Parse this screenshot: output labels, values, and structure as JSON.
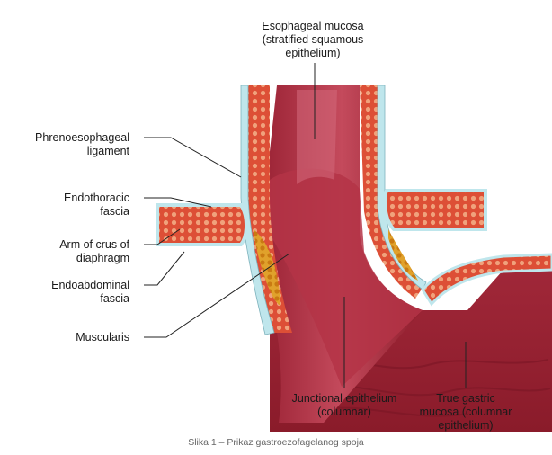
{
  "labels": {
    "esophageal_mucosa": [
      "Esophageal mucosa",
      "(stratified squamous",
      "epithelium)"
    ],
    "phrenoesophageal": [
      "Phrenoesophageal",
      "ligament"
    ],
    "endothoracic": [
      "Endothoracic",
      "fascia"
    ],
    "crus": [
      "Arm of crus of",
      "diaphragm"
    ],
    "endoabdominal": [
      "Endoabdominal",
      "fascia"
    ],
    "muscularis": [
      "Muscularis"
    ],
    "junctional": [
      "Junctional epithelium",
      "(columnar)"
    ],
    "gastric": [
      "True gastric",
      "mucosa (columnar",
      "epithelium)"
    ]
  },
  "caption": "Slika 1 – Prikaz gastroezofagelanog spoja",
  "colors": {
    "lumen_dark": "#8e1d2c",
    "lumen_mid": "#b43447",
    "mucosa_light": "#d98a95",
    "muscle": "#e0553a",
    "muscle_dot": "#f2b08a",
    "fascia": "#bfe6ec",
    "fat": "#e3a22a",
    "leader": "#222222"
  }
}
